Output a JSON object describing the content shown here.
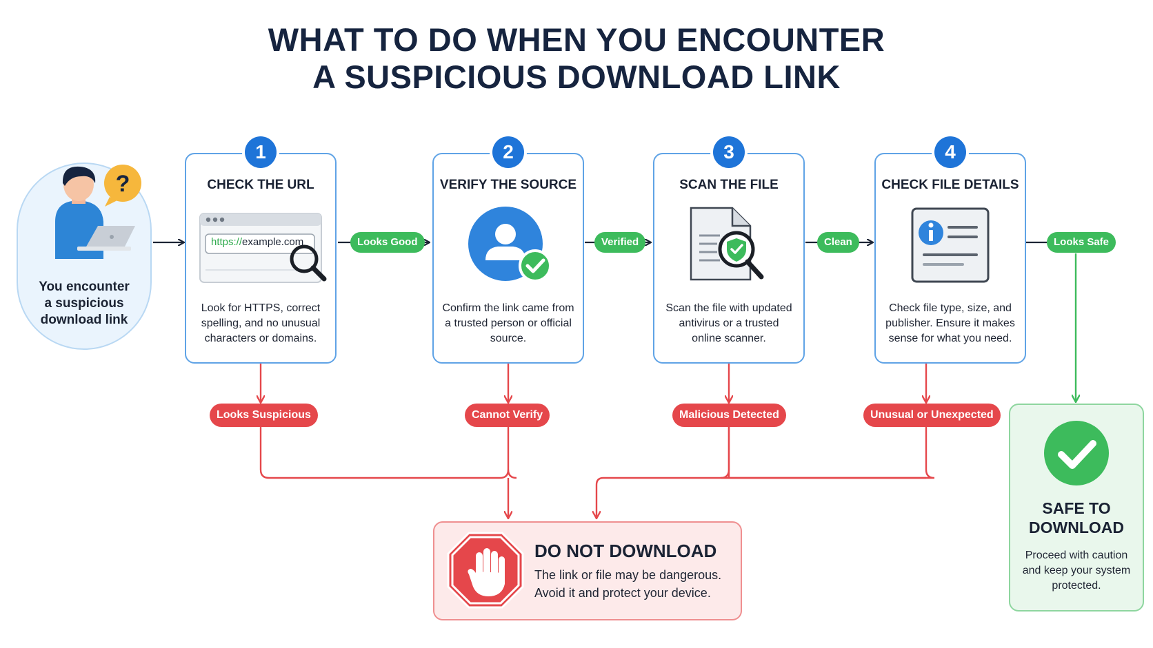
{
  "title": {
    "line1": "WHAT TO DO WHEN YOU ENCOUNTER",
    "line2": "A SUSPICIOUS DOWNLOAD LINK"
  },
  "start": {
    "lines": [
      "You encounter",
      "a suspicious",
      "download link"
    ],
    "bubble_glyph": "?"
  },
  "steps": [
    {
      "number": "1",
      "title": "CHECK THE URL",
      "url_prefix": "https://",
      "url_domain": "example.com",
      "desc": [
        "Look for HTTPS, correct",
        "spelling, and no unusual",
        "characters or domains."
      ],
      "fail_label": "Looks Suspicious"
    },
    {
      "number": "2",
      "title": "VERIFY THE SOURCE",
      "desc": [
        "Confirm the link came from",
        "a trusted person or official",
        "source."
      ],
      "fail_label": "Cannot Verify"
    },
    {
      "number": "3",
      "title": "SCAN THE FILE",
      "desc": [
        "Scan the file with updated",
        "antivirus or a trusted",
        "online scanner."
      ],
      "fail_label": "Malicious Detected"
    },
    {
      "number": "4",
      "title": "CHECK FILE DETAILS",
      "desc": [
        "Check file type, size, and",
        "publisher. Ensure it makes",
        "sense for what you need."
      ],
      "fail_label": "Unusual or Unexpected"
    }
  ],
  "pass_labels": [
    "Looks Good",
    "Verified",
    "Clean",
    "Looks Safe"
  ],
  "stop": {
    "title": "DO NOT DOWNLOAD",
    "desc": [
      "The link or file may be dangerous.",
      "Avoid it and protect your device."
    ]
  },
  "safe": {
    "title": [
      "SAFE TO",
      "DOWNLOAD"
    ],
    "desc": [
      "Proceed with caution",
      "and keep your system",
      "protected."
    ]
  },
  "colors": {
    "step_blue": "#1e74d8",
    "border_blue": "#5fa3e6",
    "pass_green": "#3dbb5c",
    "fail_red": "#e5474b",
    "dark_navy": "#16243f"
  },
  "icons": {
    "start": "person-laptop-icon",
    "bubble": "question-bubble-icon",
    "step1": "browser-magnifier-icon",
    "step2": "verified-user-icon",
    "step3": "document-shield-scan-icon",
    "step4": "file-info-icon",
    "stop": "stop-hand-icon",
    "safe": "checkmark-circle-icon"
  }
}
